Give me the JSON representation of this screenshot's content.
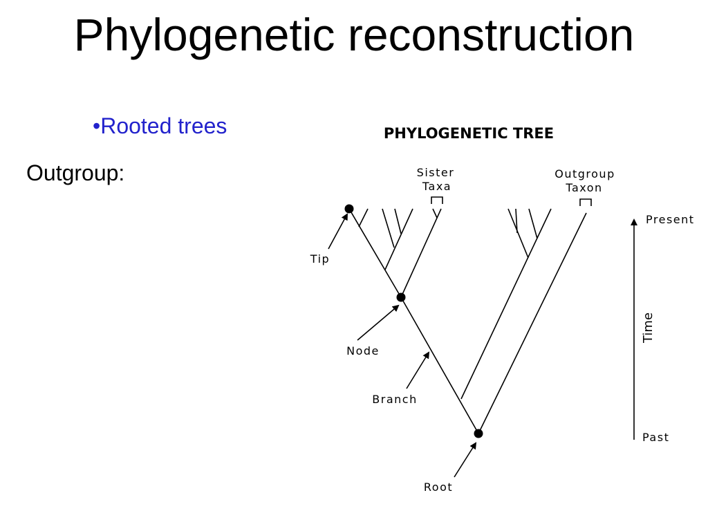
{
  "slide": {
    "title": "Phylogenetic reconstruction",
    "bullet": "•Rooted trees",
    "outgroup_label": "Outgroup:"
  },
  "diagram": {
    "title": "PHYLOGENETIC TREE",
    "sister_line1": "Sister",
    "sister_line2": "Taxa",
    "outgroup_line1": "Outgroup",
    "outgroup_line2": "Taxon",
    "tip": "Tip",
    "node": "Node",
    "branch": "Branch",
    "root": "Root",
    "present": "Present",
    "time": "Time",
    "past": "Past"
  },
  "colors": {
    "bullet": "#2222cc",
    "text": "#000000"
  }
}
